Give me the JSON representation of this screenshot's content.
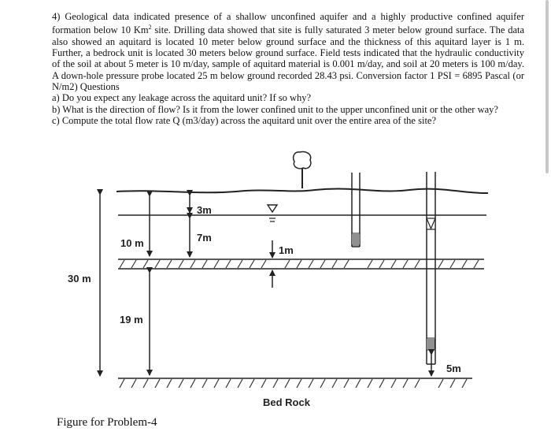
{
  "problem": {
    "paragraph_pre": "4) Geological data indicated presence of a shallow unconfined aquifer and a highly productive confined aquifer formation below 10 Km",
    "sup": "2",
    "paragraph_post": " site. Drilling data showed that site is fully saturated 3 meter below ground surface. The data also showed an aquitard is located 10 meter below ground surface and the thickness of this aquitard layer is 1 m. Further, a bedrock unit is located 30 meters below ground surface. Field tests indicated that the hydraulic conductivity of the soil at about 5 meter is 10 m/day, sample of aquitard material is 0.001 m/day, and soil at 20 meters is 100 m/day. A down-hole pressure probe located 25 m below ground recorded 28.43 psi. Conversion factor 1 PSI = 6895 Pascal (or N/m2) Questions",
    "questions": [
      "a) Do you expect any leakage across the aquitard unit? If so why?",
      "b) What is the direction of flow? Is it from the lower confined unit to the upper unconfined unit or the other way?",
      "c) Compute the total flow rate Q (m3/day) across the aquitard unit over the entire area of the site?"
    ]
  },
  "figure": {
    "labels": {
      "depth_3m": "3m",
      "depth_7m": "7m",
      "depth_10m": "10 m",
      "aquitard_1m": "1m",
      "total_30m": "30 m",
      "lower_19m": "19 m",
      "probe_5m": "5m",
      "bedrock": "Bed Rock"
    },
    "icons": [
      "tree-icon",
      "water-table-icon",
      "shallow-well-icon",
      "deep-well-icon"
    ]
  },
  "caption": "Figure for Problem-4"
}
